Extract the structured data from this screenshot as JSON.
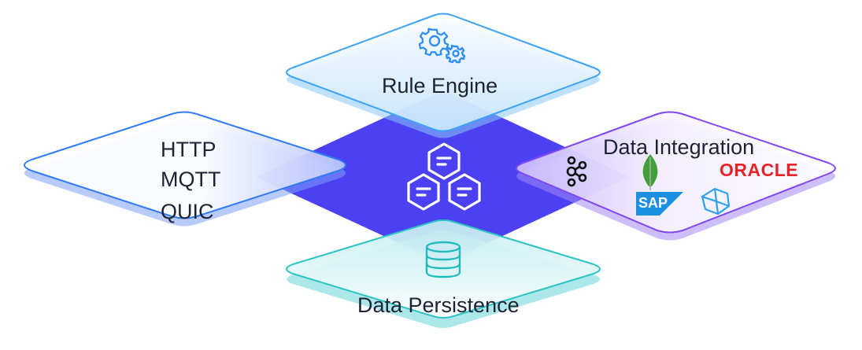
{
  "modules": {
    "rule_engine": {
      "label": "Rule Engine",
      "icon": "gears-icon"
    },
    "protocols": {
      "items": [
        "HTTP",
        "MQTT",
        "QUIC"
      ]
    },
    "data_integration": {
      "label": "Data Integration",
      "logos": [
        "kafka-logo",
        "mongodb-logo",
        "oracle-logo",
        "sap-logo",
        "hexagon-gem-logo"
      ],
      "oracle_text": "ORACLE",
      "sap_text": "SAP"
    },
    "data_persistence": {
      "label": "Data Persistence",
      "icon": "database-icon"
    },
    "core": {
      "icon": "hexagon-cluster-icon"
    }
  },
  "colors": {
    "core_purple": "#4b40f2",
    "rule_engine_border": "#3ea3f5",
    "protocols_border": "#2f7cf6",
    "integration_border": "#8048f0",
    "persistence_border": "#2cc4c4",
    "oracle_red": "#e5242a",
    "sap_blue": "#1b8fe0",
    "mongodb_green": "#3fa037"
  }
}
